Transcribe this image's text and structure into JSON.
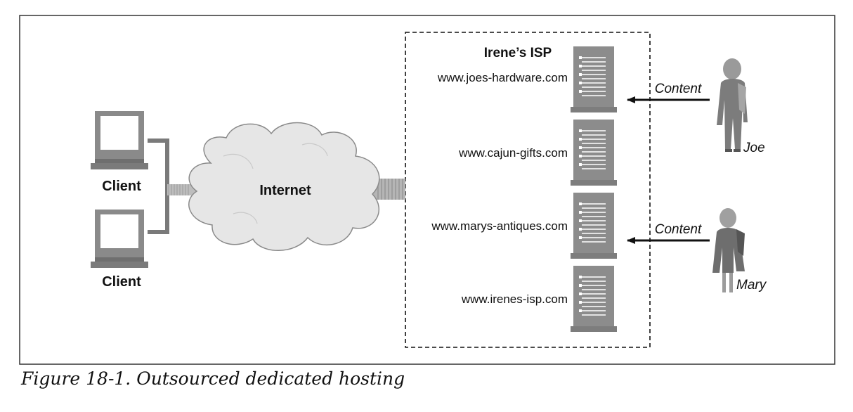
{
  "figure": {
    "caption": "Figure 18-1. Outsourced dedicated hosting"
  },
  "clients": [
    {
      "label": "Client"
    },
    {
      "label": "Client"
    }
  ],
  "internet": {
    "label": "Internet"
  },
  "isp": {
    "title": "Irene’s ISP",
    "servers": [
      {
        "site": "www.joes-hardware.com"
      },
      {
        "site": "www.cajun-gifts.com"
      },
      {
        "site": "www.marys-antiques.com"
      },
      {
        "site": "www.irenes-isp.com"
      }
    ]
  },
  "publishers": [
    {
      "name": "Joe",
      "arrow_label": "Content"
    },
    {
      "name": "Mary",
      "arrow_label": "Content"
    }
  ],
  "colors": {
    "frame": "#333333",
    "server_fill": "#8c8c8c",
    "cloud_fill": "#e6e6e6",
    "monitor_fill": "#8a8a8a"
  }
}
